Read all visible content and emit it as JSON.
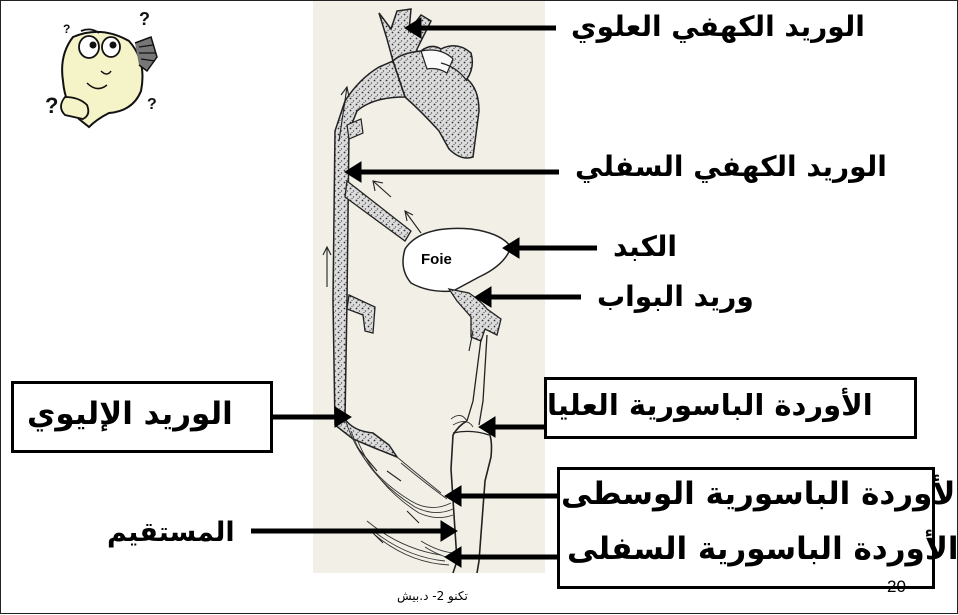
{
  "labels": {
    "superior_vena_cava": "الوريد الكهفي العلوي",
    "inferior_vena_cava": "الوريد الكهفي السفلي",
    "liver": "الكبد",
    "portal_vein": "وريد البواب",
    "iliac_vein": "الوريد الإليوي",
    "superior_hemorrhoidal_veins": "الأوردة الباسورية العليا",
    "middle_hemorrhoidal_veins": "الأوردة الباسورية الوسطى",
    "inferior_hemorrhoidal_veins": "الأوردة الباسورية السفلى",
    "rectum": "المستقيم"
  },
  "diagram": {
    "organ_label": "Foie"
  },
  "footer": {
    "text": "تكنو 2- د.بيش",
    "page_number": "20"
  },
  "icons": {
    "mascot": "thinking-face-icon"
  }
}
